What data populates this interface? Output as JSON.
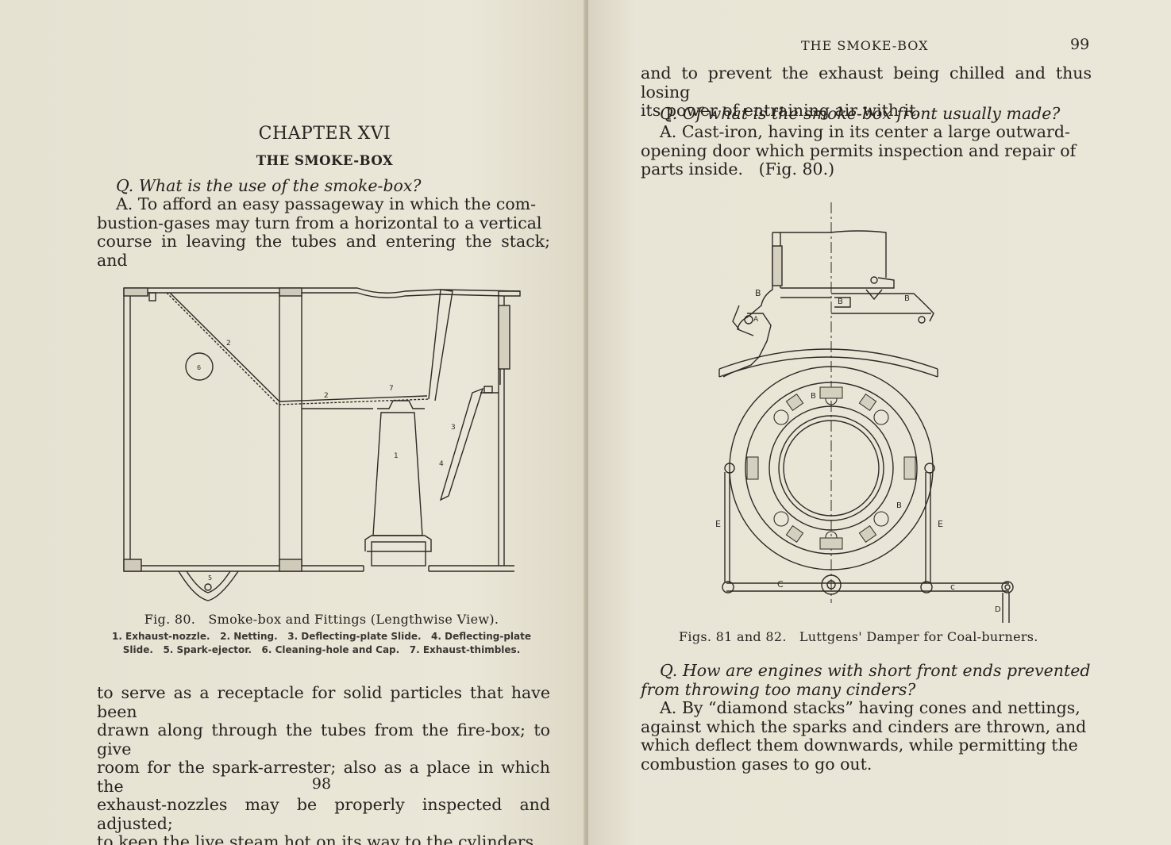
{
  "left_page": {
    "chapter_heading": "CHAPTER XVI",
    "section_heading": "THE SMOKE-BOX",
    "question_1": "Q. What is the use of the smoke-box?",
    "answer_1_lines": [
      "A. To afford an easy passageway in which the com-",
      "bustion-gases may turn from a horizontal to a vertical",
      "course in leaving the tubes and entering the stack; and"
    ],
    "figure_caption": "Fig. 80.   Smoke-box and Fittings (Lengthwise View).",
    "figure_legend_line_1": "1. Exhaust-nozzle.   2. Netting.   3. Deflecting-plate Slide.   4. Deflecting-plate",
    "figure_legend_line_2": "Slide.   5. Spark-ejector.   6. Cleaning-hole and Cap.   7. Exhaust-thimbles.",
    "figure_labels": {
      "l1": "1",
      "l2a": "2",
      "l2b": "2",
      "l3": "3",
      "l4": "4",
      "l5": "5",
      "l6": "6",
      "l7": "7"
    },
    "continuation_lines": [
      "to serve as a receptacle for solid particles that have been",
      "drawn along through the tubes from the fire-box; to give",
      "room for the spark-arrester; also as a place in which the",
      "exhaust-nozzles may be properly inspected and adjusted;",
      "to keep the live steam hot on its way to the cylinders,"
    ],
    "page_number": "98"
  },
  "right_page": {
    "running_head": "THE SMOKE-BOX",
    "page_number": "99",
    "continuation_lines": [
      "and to prevent the exhaust being chilled and thus losing",
      "its power of entraining air with it."
    ],
    "question_2": "Q. Of what is the smoke-box front usually made?",
    "answer_2_lines": [
      "A. Cast-iron, having in its center a large outward-",
      "opening door which permits inspection and repair of",
      "parts inside.   (Fig. 80.)"
    ],
    "figure_caption": "Figs. 81 and 82.   Luttgens' Damper for Coal-burners.",
    "figure_labels": {
      "B": "B",
      "A": "A",
      "E": "E",
      "E2": "E",
      "C": "C",
      "c": "c",
      "D": "D"
    },
    "question_3_lines": [
      "Q. How are engines with short front ends prevented",
      "from throwing too many cinders?"
    ],
    "answer_3_lines": [
      "A. By “diamond stacks” having cones and nettings,",
      "against which the sparks and cinders are thrown, and",
      "which deflect them downwards, while permitting the",
      "combustion gases to go out."
    ]
  }
}
